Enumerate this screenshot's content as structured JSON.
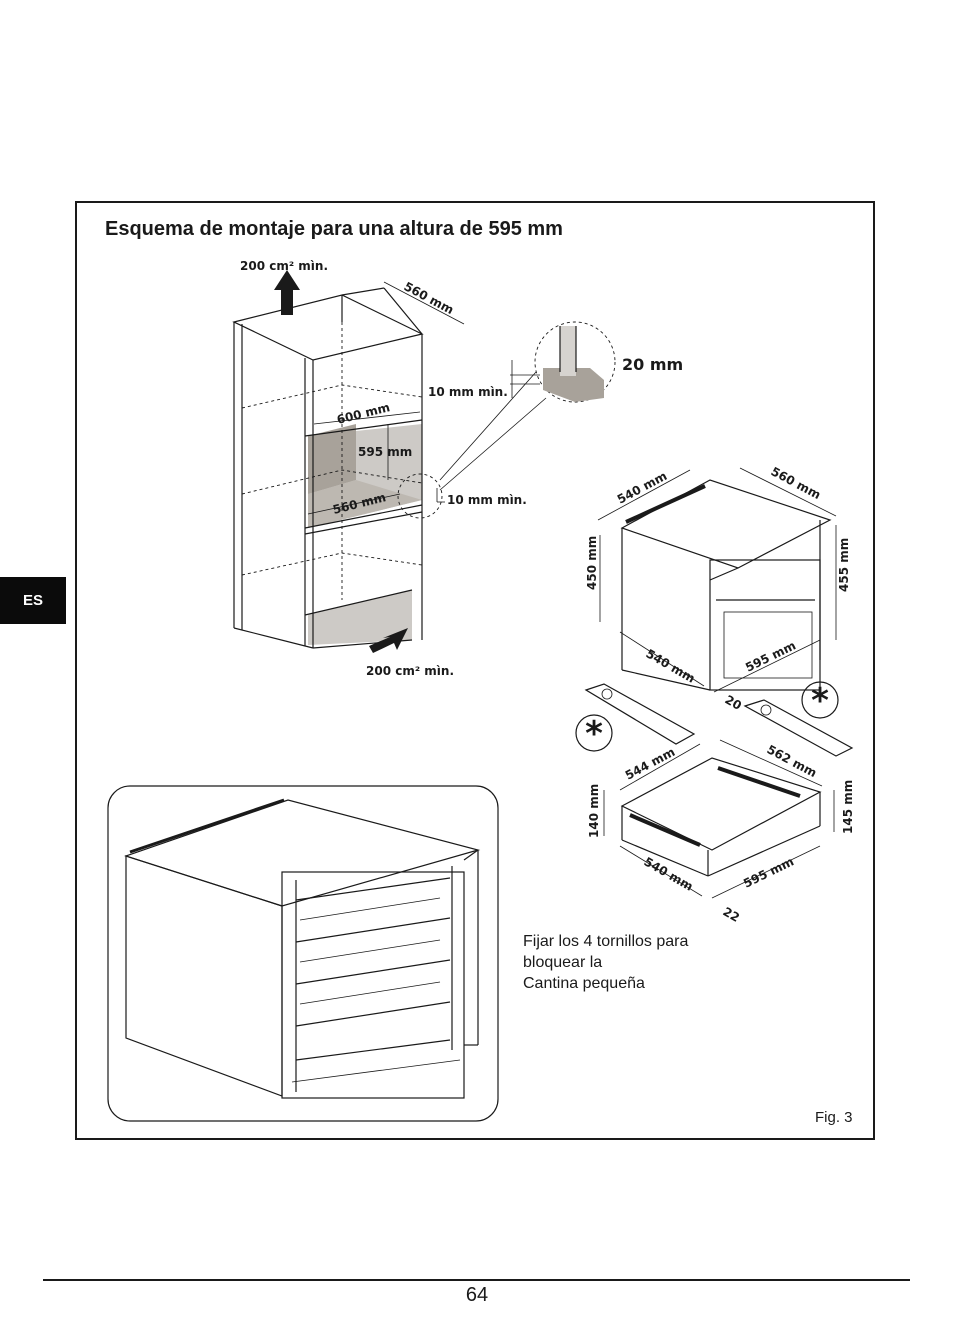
{
  "title": "Esquema de montaje para una altura de 595 mm",
  "language_tab": "ES",
  "labels": {
    "vent_top": "200 cm² mìn.",
    "vent_bottom": "200 cm² mìn.",
    "cab_depth": "560 mm",
    "cab_width": "600 mm",
    "cab_height": "595 mm",
    "cab_inner_depth": "560 mm",
    "gap_top": "10 mm mìn.",
    "gap_bottom": "10 mm mìn.",
    "detail": "20 mm",
    "oven_top_width": "540 mm",
    "oven_top_depth": "560 mm",
    "oven_left_h": "450 mm",
    "oven_right_h": "455 mm",
    "oven_bottom_w": "540 mm",
    "oven_front_w": "595 mm",
    "oven_offset": "20",
    "drawer_top_w": "544 mm",
    "drawer_depth": "562 mm",
    "drawer_left_h": "140 mm",
    "drawer_right_h": "145 mm",
    "drawer_bottom_w": "540 mm",
    "drawer_front_w": "595 mm",
    "drawer_offset": "22"
  },
  "note": {
    "line1": "Fijar los 4 tornillos para",
    "line2": "bloquear la",
    "line3": "Cantina pequeña"
  },
  "fig_label": "Fig. 3",
  "page_number": "64",
  "colors": {
    "cavity_dark": "#a8a29a",
    "cavity_light": "#cdcac6",
    "panel_line": "#1a1a1a",
    "tab_bg": "#0b0b0b"
  }
}
